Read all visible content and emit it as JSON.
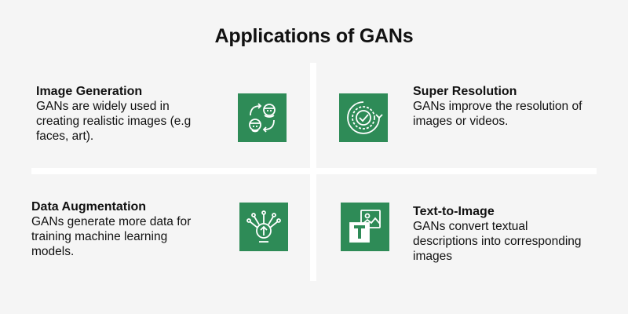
{
  "title": "Applications of GANs",
  "accent_color": "#2e8b57",
  "cards": [
    {
      "heading": "Image Generation",
      "desc_lines": [
        "GANs are widely used in",
        "creating realistic images (e.g",
        "faces, art)."
      ],
      "icon": "face-swap-icon"
    },
    {
      "heading": "Super Resolution",
      "desc_lines": [
        "GANs improve the resolution of",
        "images or videos."
      ],
      "icon": "refresh-check-icon"
    },
    {
      "heading": "Data Augmentation",
      "desc_lines": [
        "GANs generate more data for",
        "training machine learning",
        "models."
      ],
      "icon": "data-upload-icon"
    },
    {
      "heading": "Text-to-Image",
      "desc_lines": [
        "GANs convert textual",
        "descriptions into corresponding",
        "images"
      ],
      "icon": "text-image-icon"
    }
  ]
}
